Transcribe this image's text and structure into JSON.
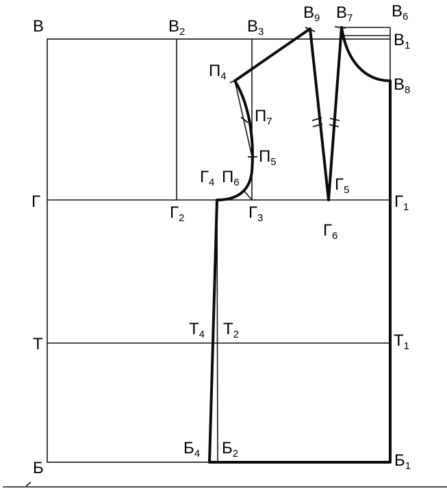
{
  "diagram": {
    "colors": {
      "ink": "#111111",
      "paper": "#ffffff"
    },
    "labels": {
      "B": {
        "base": "В",
        "sub": ""
      },
      "B2": {
        "base": "В",
        "sub": "2"
      },
      "B3": {
        "base": "В",
        "sub": "3"
      },
      "B9": {
        "base": "В",
        "sub": "9"
      },
      "B7": {
        "base": "В",
        "sub": "7"
      },
      "B6": {
        "base": "В",
        "sub": "6"
      },
      "B1": {
        "base": "В",
        "sub": "1"
      },
      "B8": {
        "base": "В",
        "sub": "8"
      },
      "P4": {
        "base": "П",
        "sub": "4"
      },
      "P7": {
        "base": "П",
        "sub": "7"
      },
      "P5": {
        "base": "П",
        "sub": "5"
      },
      "P6": {
        "base": "П",
        "sub": "6"
      },
      "G": {
        "base": "Г",
        "sub": ""
      },
      "G2": {
        "base": "Г",
        "sub": "2"
      },
      "G4": {
        "base": "Г",
        "sub": "4"
      },
      "G3": {
        "base": "Г",
        "sub": "3"
      },
      "G5": {
        "base": "Г",
        "sub": "5"
      },
      "G1": {
        "base": "Г",
        "sub": "1"
      },
      "G6": {
        "base": "Г",
        "sub": "6"
      },
      "T": {
        "base": "Т",
        "sub": ""
      },
      "T4": {
        "base": "Т",
        "sub": "4"
      },
      "T2": {
        "base": "Т",
        "sub": "2"
      },
      "T1": {
        "base": "Т",
        "sub": "1"
      },
      "Bt": {
        "base": "Б",
        "sub": ""
      },
      "Bt4": {
        "base": "Б",
        "sub": "4"
      },
      "Bt2": {
        "base": "Б",
        "sub": "2"
      },
      "Bt1": {
        "base": "Б",
        "sub": "1"
      }
    }
  }
}
